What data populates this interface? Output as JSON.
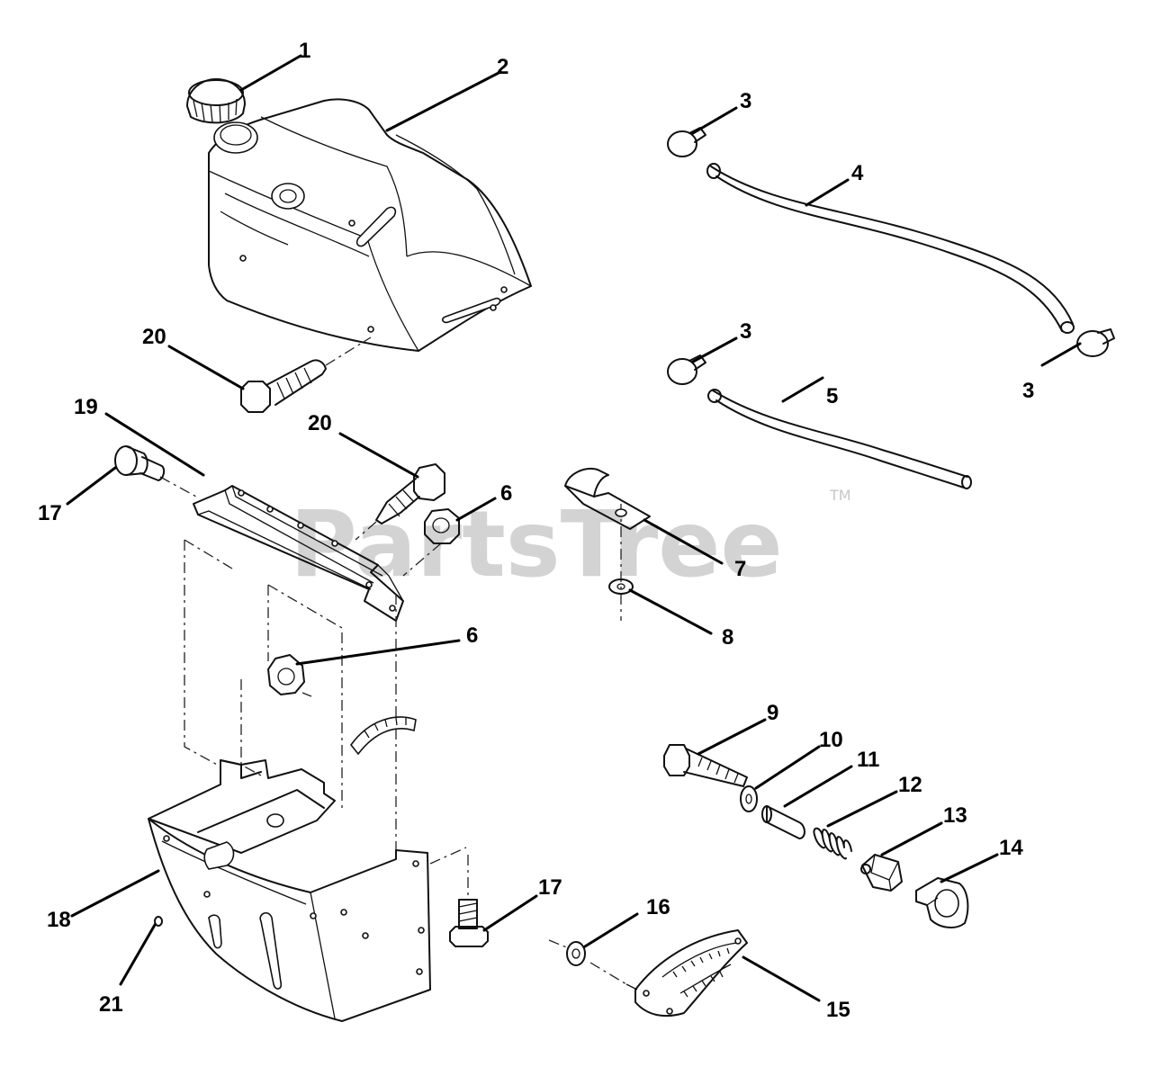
{
  "watermark": {
    "text": "PartsTree",
    "trademark": "TM"
  },
  "parts": [
    {
      "id": "p1",
      "label": "1"
    },
    {
      "id": "p2",
      "label": "2"
    },
    {
      "id": "p3a",
      "label": "3"
    },
    {
      "id": "p3b",
      "label": "3"
    },
    {
      "id": "p3c",
      "label": "3"
    },
    {
      "id": "p4",
      "label": "4"
    },
    {
      "id": "p5",
      "label": "5"
    },
    {
      "id": "p6a",
      "label": "6"
    },
    {
      "id": "p6b",
      "label": "6"
    },
    {
      "id": "p7",
      "label": "7"
    },
    {
      "id": "p8",
      "label": "8"
    },
    {
      "id": "p9",
      "label": "9"
    },
    {
      "id": "p10",
      "label": "10"
    },
    {
      "id": "p11",
      "label": "11"
    },
    {
      "id": "p12",
      "label": "12"
    },
    {
      "id": "p13",
      "label": "13"
    },
    {
      "id": "p14",
      "label": "14"
    },
    {
      "id": "p15",
      "label": "15"
    },
    {
      "id": "p16",
      "label": "16"
    },
    {
      "id": "p17a",
      "label": "17"
    },
    {
      "id": "p17b",
      "label": "17"
    },
    {
      "id": "p18",
      "label": "18"
    },
    {
      "id": "p19",
      "label": "19"
    },
    {
      "id": "p20a",
      "label": "20"
    },
    {
      "id": "p20b",
      "label": "20"
    },
    {
      "id": "p21",
      "label": "21"
    }
  ]
}
